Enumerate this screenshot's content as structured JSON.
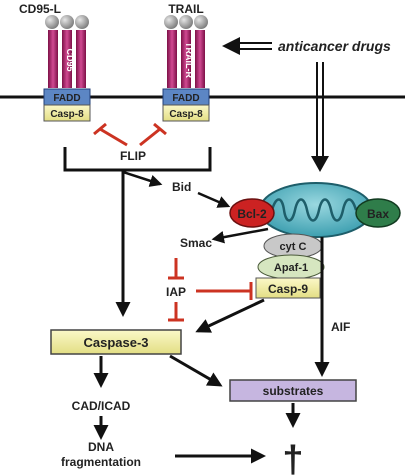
{
  "receptors": {
    "left_ligand": "CD95-L",
    "left_receptor": "CD95",
    "right_ligand": "TRAIL",
    "right_receptor": "TRAIL-R",
    "adaptor": "FADD",
    "caspase": "Casp-8"
  },
  "labels": {
    "drugs": "anticancer drugs",
    "flip": "FLIP",
    "bid": "Bid",
    "bcl2": "Bcl-2",
    "bax": "Bax",
    "smac": "Smac",
    "cytc": "cyt C",
    "apaf": "Apaf-1",
    "casp9": "Casp-9",
    "iap": "IAP",
    "aif": "AIF",
    "casp3": "Caspase-3",
    "substrates": "substrates",
    "cad": "CAD/ICAD",
    "dna1": "DNA",
    "dna2": "fragmentation",
    "death_symbol": "†"
  },
  "colors": {
    "receptor": "#b3206f",
    "ligand_sphere": "#9a9a9a",
    "fadd": "#5c86c4",
    "casp_box": "#f3f0a0",
    "inhibit": "#cc3322",
    "mito": "#5ab8c6",
    "bcl2": "#cc2222",
    "bax": "#2f7d4a",
    "cytc": "#c8c8c8",
    "apaf": "#d6e6c0",
    "substrates": "#c6b6e0",
    "casp3": "#f3f0a0"
  }
}
